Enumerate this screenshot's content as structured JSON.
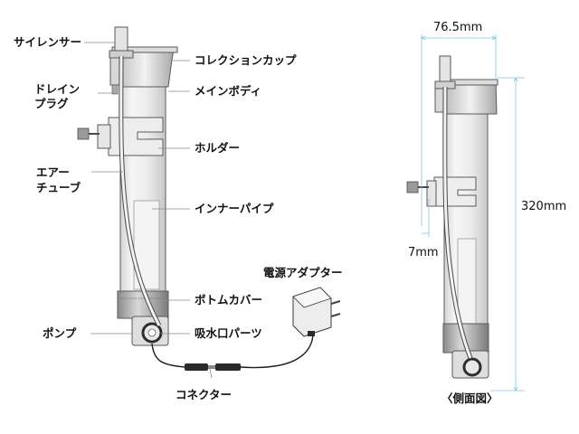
{
  "labels": {
    "silencer": "サイレンサー",
    "collection_cup": "コレクションカップ",
    "drain_plug_line1": "ドレイン",
    "drain_plug_line2": "プラグ",
    "main_body": "メインボディ",
    "holder": "ホルダー",
    "air_tube_line1": "エアー",
    "air_tube_line2": "チューブ",
    "inner_pipe": "インナーパイプ",
    "power_adapter": "電源アダプター",
    "bottom_cover": "ボトムカバー",
    "pump": "ポンプ",
    "intake_parts": "吸水口パーツ",
    "connector": "コネクター",
    "side_view": "〈側面図〉"
  },
  "dimensions": {
    "width": "76.5mm",
    "height": "320mm",
    "offset": "7mm"
  },
  "colors": {
    "body": "#eeeeee",
    "body_edge": "#5a5a5a",
    "dimension_line": "#7fc4e0",
    "leader_line": "#8a8a8a"
  }
}
